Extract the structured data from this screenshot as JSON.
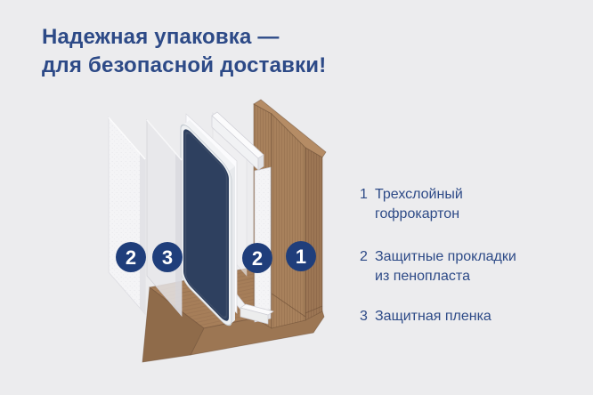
{
  "title": "Надежная упаковка —\nдля безопасной  доставки!",
  "legend": {
    "items": [
      {
        "number": "1",
        "label": "Трехслойный\nгофрокартон"
      },
      {
        "number": "2",
        "label": "Защитные прокладки\nиз пенопласта"
      },
      {
        "number": "3",
        "label": "Защитная пленка"
      }
    ]
  },
  "diagram": {
    "badges": [
      {
        "number": "2",
        "layer": "foam-pad"
      },
      {
        "number": "3",
        "layer": "protective-film"
      },
      {
        "number": "2",
        "layer": "foam-frame"
      },
      {
        "number": "1",
        "layer": "cardboard-box"
      }
    ]
  },
  "colors": {
    "background": "#ececee",
    "accent_text": "#2d4a87",
    "badge": "#1f3e7b",
    "cardboard": "#a8815c",
    "panel_navy": "#2e405f"
  }
}
